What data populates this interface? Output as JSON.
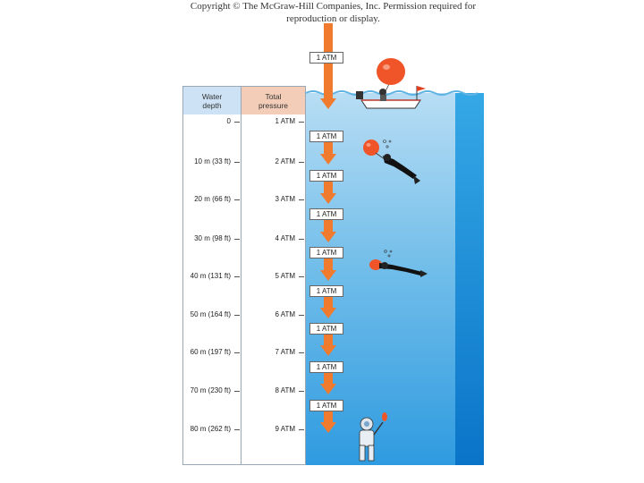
{
  "copyright": {
    "line1": "Copyright © The McGraw-Hill Companies, Inc. Permission required for",
    "line2": "reproduction or display."
  },
  "table": {
    "depth_header_1": "Water",
    "depth_header_2": "depth",
    "pressure_header_1": "Total",
    "pressure_header_2": "pressure",
    "rows": [
      {
        "depth": "0",
        "pressure": "1 ATM"
      },
      {
        "depth": "10 m (33 ft)",
        "pressure": "2 ATM"
      },
      {
        "depth": "20 m (66 ft)",
        "pressure": "3 ATM"
      },
      {
        "depth": "30 m (98 ft)",
        "pressure": "4 ATM"
      },
      {
        "depth": "40 m (131 ft)",
        "pressure": "5 ATM"
      },
      {
        "depth": "50 m (164 ft)",
        "pressure": "6 ATM"
      },
      {
        "depth": "60 m (197 ft)",
        "pressure": "7 ATM"
      },
      {
        "depth": "70 m (230 ft)",
        "pressure": "8 ATM"
      },
      {
        "depth": "80 m (262 ft)",
        "pressure": "9 ATM"
      }
    ]
  },
  "air_column_label": "1 ATM",
  "water_increment_labels": [
    "1 ATM",
    "1 ATM",
    "1 ATM",
    "1 ATM",
    "1 ATM",
    "1 ATM",
    "1 ATM",
    "1 ATM"
  ],
  "colors": {
    "depth_header": "#cde3f5",
    "pressure_header": "#f3cdb8",
    "arrow": "#f07a2e",
    "balloon": "#f0552a",
    "water_top": "#b8ddf4",
    "water_bottom": "#2f9be0",
    "water_side": "#0a74c8"
  },
  "icons": [
    "balloon-icon",
    "boat-icon",
    "scuba-diver-icon",
    "deep-sea-diver-icon",
    "bubbles-icon"
  ]
}
